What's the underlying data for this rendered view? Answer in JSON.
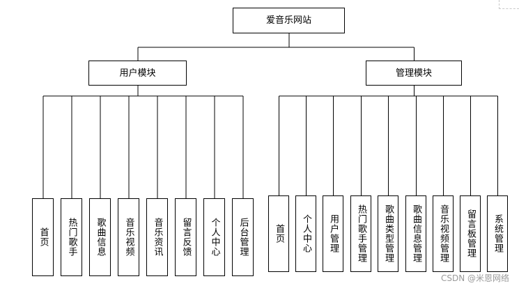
{
  "root": {
    "label": "爱音乐网站"
  },
  "modules": [
    {
      "label": "用户模块",
      "children": [
        "首页",
        "热门歌手",
        "歌曲信息",
        "音乐视频",
        "音乐资讯",
        "留言反馈",
        "个人中心",
        "后台管理"
      ]
    },
    {
      "label": "管理模块",
      "children": [
        "首页",
        "个人中心",
        "用户管理",
        "热门歌手管理",
        "歌曲类型管理",
        "歌曲信息管理",
        "音乐视频管理",
        "留言板管理",
        "系统管理"
      ]
    }
  ],
  "watermark": "CSDN @米恩网络"
}
